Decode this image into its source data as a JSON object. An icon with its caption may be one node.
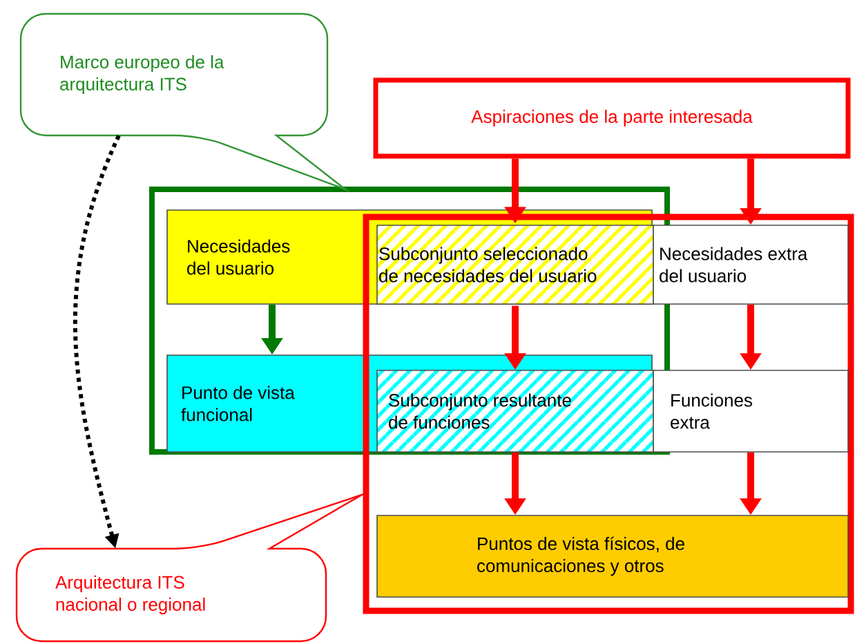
{
  "diagram": {
    "nodes": [
      {
        "text": [
          "Marco europeo de la arquitectura ITS"
        ]
      },
      {
        "text": [
          "Aspiraciones de la parte interesada"
        ]
      },
      {
        "text": [],
        "shape": "box"
      },
      {
        "text": [
          "Necesidades del usuario"
        ],
        "in": 2
      },
      {
        "text": [
          "Subconjunto seleccionado de necesidades del usuario"
        ]
      },
      {
        "text": [],
        "shape": "box"
      },
      {
        "text": [
          "Necesidades extra del usuario"
        ],
        "in": 5
      },
      {
        "text": [
          "Punto de vista funcional"
        ],
        "in": 2
      },
      {
        "text": [
          "Subconjunto resultante de funciones"
        ]
      },
      {
        "text": [
          "Funciones extra"
        ],
        "in": 5
      },
      {
        "text": [
          "Puntos de vista físicos, de comunicaciones y otros"
        ],
        "in": 5
      },
      {
        "text": [
          "Arquitectura ITS nacional o regional"
        ]
      }
    ],
    "edges": [
      {
        "from": 1,
        "to": 4,
        "arrow": "to"
      },
      {
        "from": 1,
        "to": 6,
        "arrow": "to"
      },
      {
        "from": 3,
        "to": 7,
        "arrow": "to",
        "color": "#007a00"
      },
      {
        "from": 4,
        "to": 8,
        "arrow": "to"
      },
      {
        "from": 6,
        "to": 9,
        "arrow": "to"
      },
      {
        "from": 8,
        "to": 10,
        "arrow": "to"
      },
      {
        "from": 9,
        "to": 10,
        "arrow": "to"
      },
      {
        "from": 0,
        "to": 11,
        "arrow": "to",
        "style": "dashed",
        "color": "#000000"
      }
    ]
  }
}
